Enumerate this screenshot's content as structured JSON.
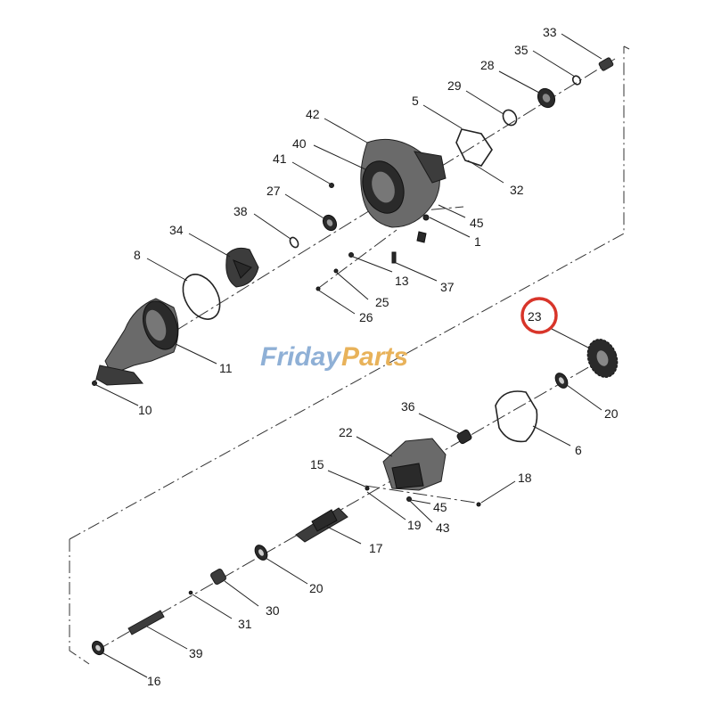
{
  "watermark": {
    "part1": "Friday",
    "part2": "Parts",
    "accent": "#e8b25a",
    "base": "#8fb0d6"
  },
  "highlight": {
    "label": "23",
    "color": "#d8352a"
  },
  "labels": {
    "l33": "33",
    "l35": "35",
    "l28": "28",
    "l29": "29",
    "l5": "5",
    "l42": "42",
    "l40": "40",
    "l41": "41",
    "l32": "32",
    "l27": "27",
    "l38": "38",
    "l45a": "45",
    "l1": "1",
    "l34": "34",
    "l8": "8",
    "l13": "13",
    "l37": "37",
    "l25": "25",
    "l26": "26",
    "l11": "11",
    "l10": "10",
    "l20a": "20",
    "l36": "36",
    "l6": "6",
    "l22": "22",
    "l15": "15",
    "l18": "18",
    "l45b": "45",
    "l19": "19",
    "l43": "43",
    "l17": "17",
    "l20b": "20",
    "l30": "30",
    "l31": "31",
    "l39": "39",
    "l16": "16"
  }
}
